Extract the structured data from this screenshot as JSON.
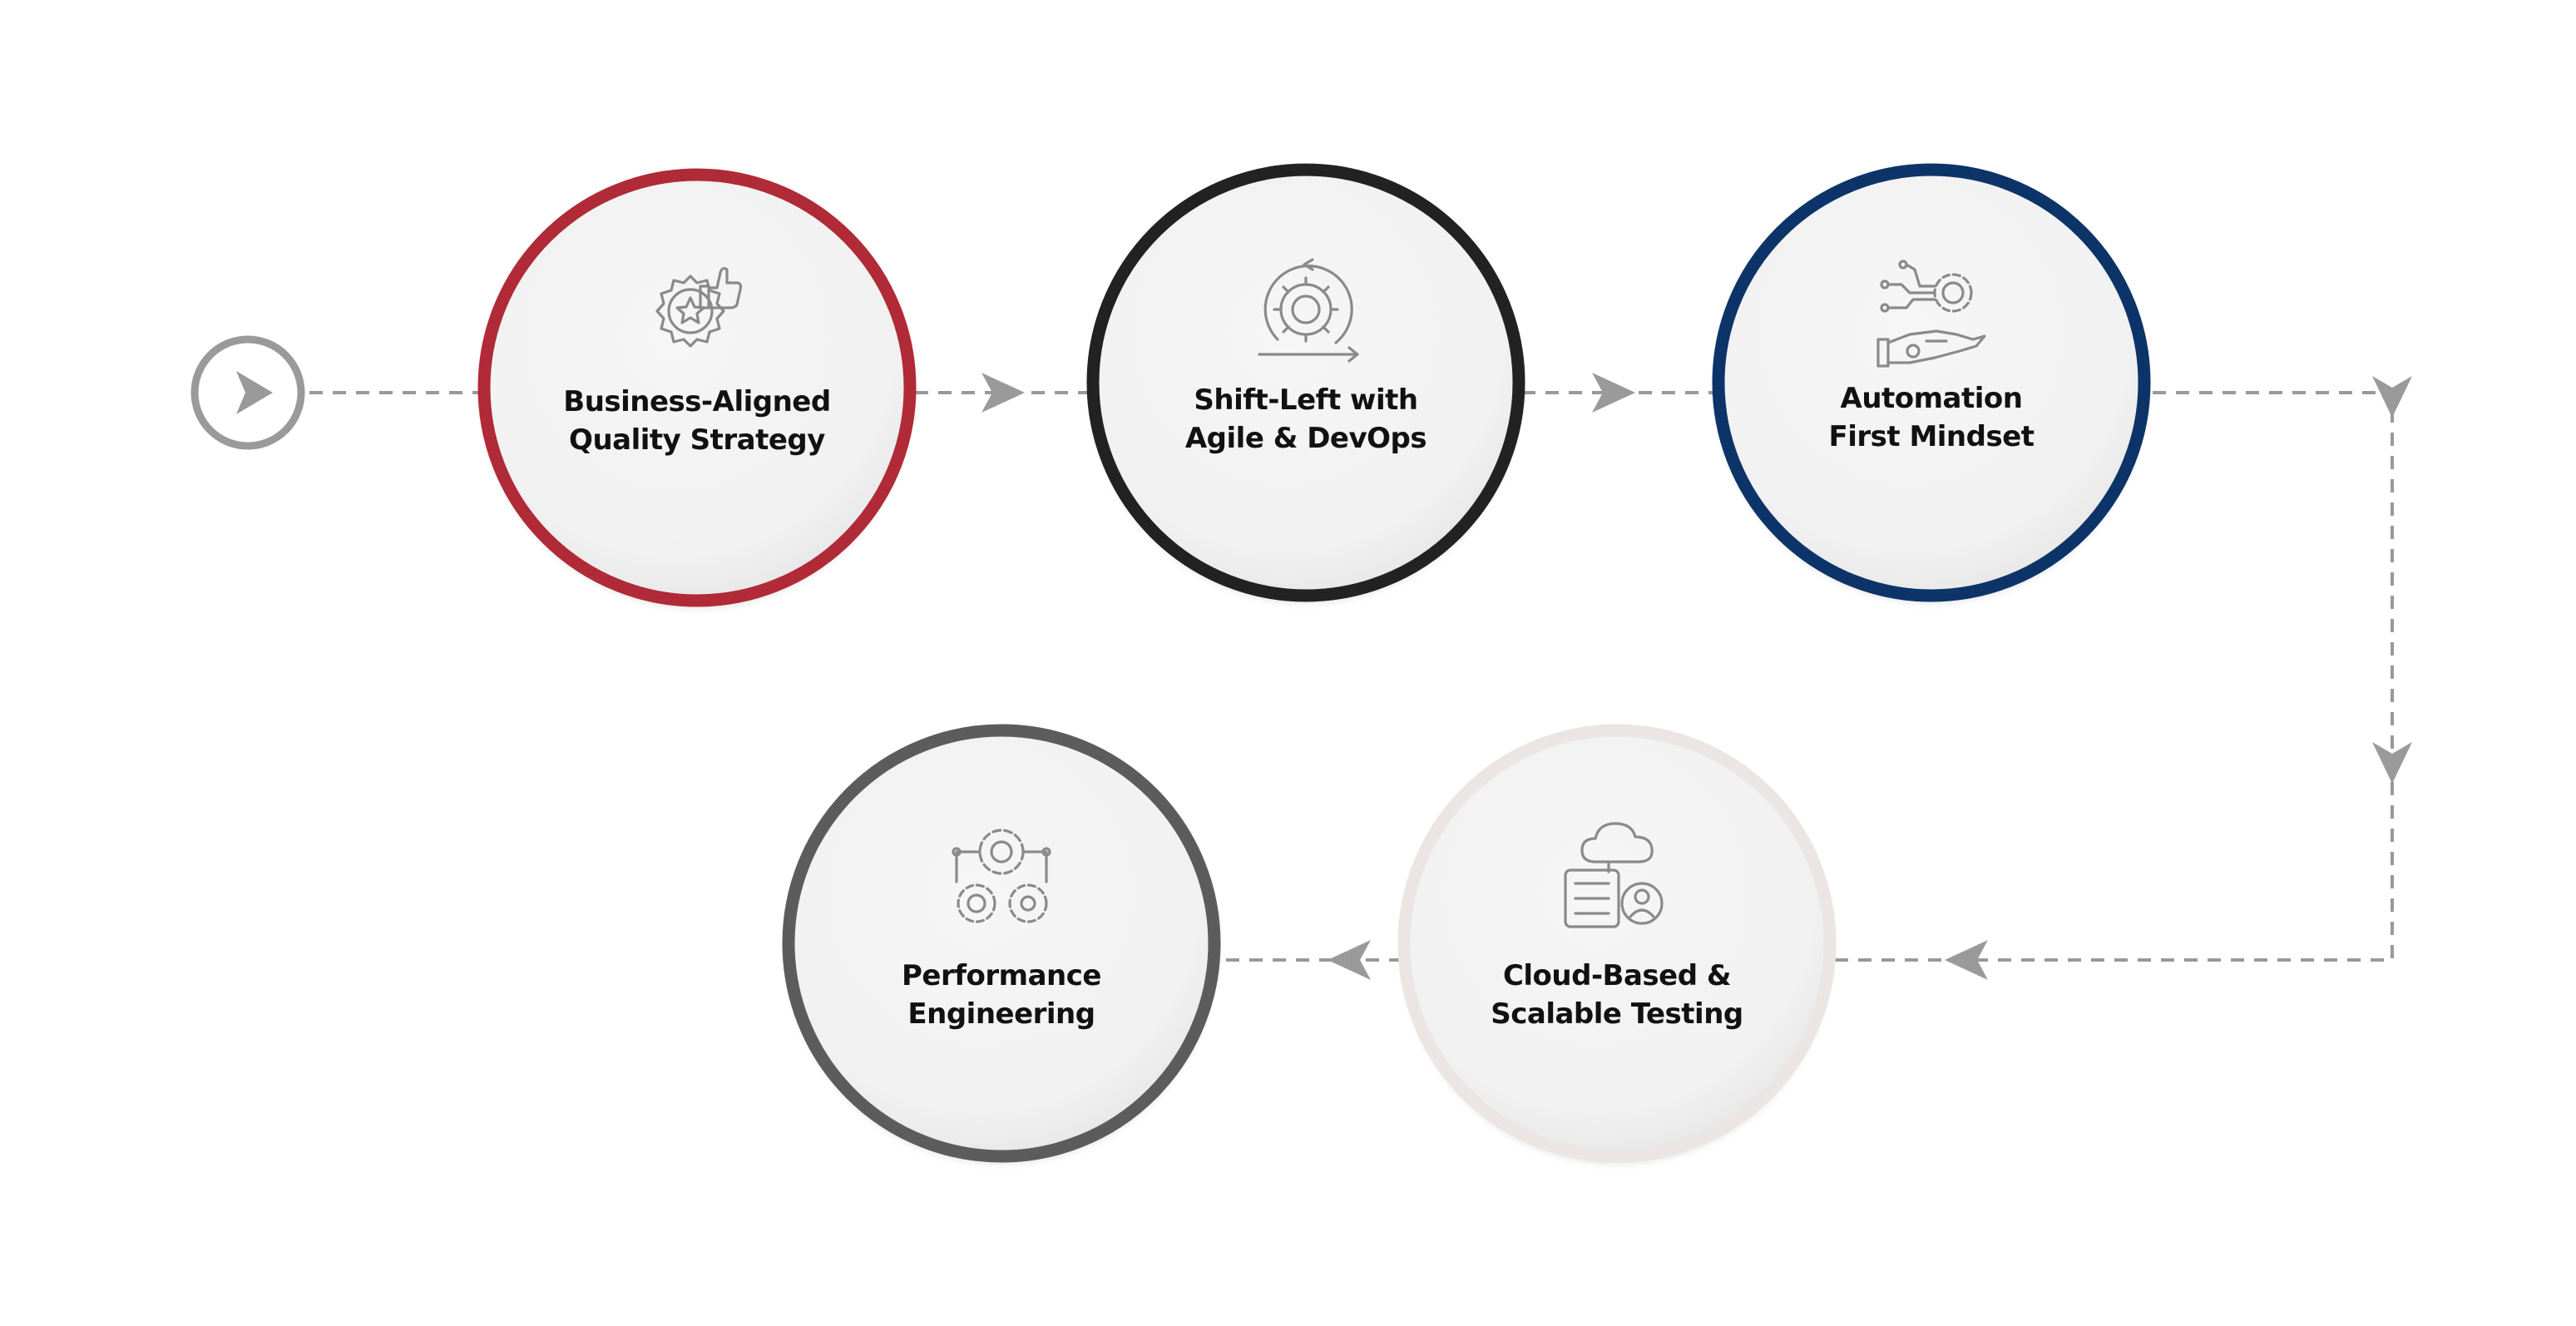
{
  "colors": {
    "connector": "#999999",
    "node_fill": "#f3f3f3",
    "start_ring": "#9a9a9a"
  },
  "start": {
    "icon": "play-icon"
  },
  "steps": [
    {
      "line1": "Business-Aligned",
      "line2": "Quality Strategy",
      "icon": "badge-thumbs-up-icon",
      "ring_color": "#b02a37"
    },
    {
      "line1": "Shift-Left with",
      "line2": "Agile & DevOps",
      "icon": "gear-cycle-icon",
      "ring_color": "#222222"
    },
    {
      "line1": "Automation",
      "line2": "First Mindset",
      "icon": "robotic-hand-gear-icon",
      "ring_color": "#0d3468"
    },
    {
      "line1": "Cloud-Based &",
      "line2": "Scalable Testing",
      "icon": "cloud-server-user-icon",
      "ring_color": "#ebe6e3"
    },
    {
      "line1": "Performance",
      "line2": "Engineering",
      "icon": "gears-network-icon",
      "ring_color": "#5c5c5c"
    }
  ]
}
